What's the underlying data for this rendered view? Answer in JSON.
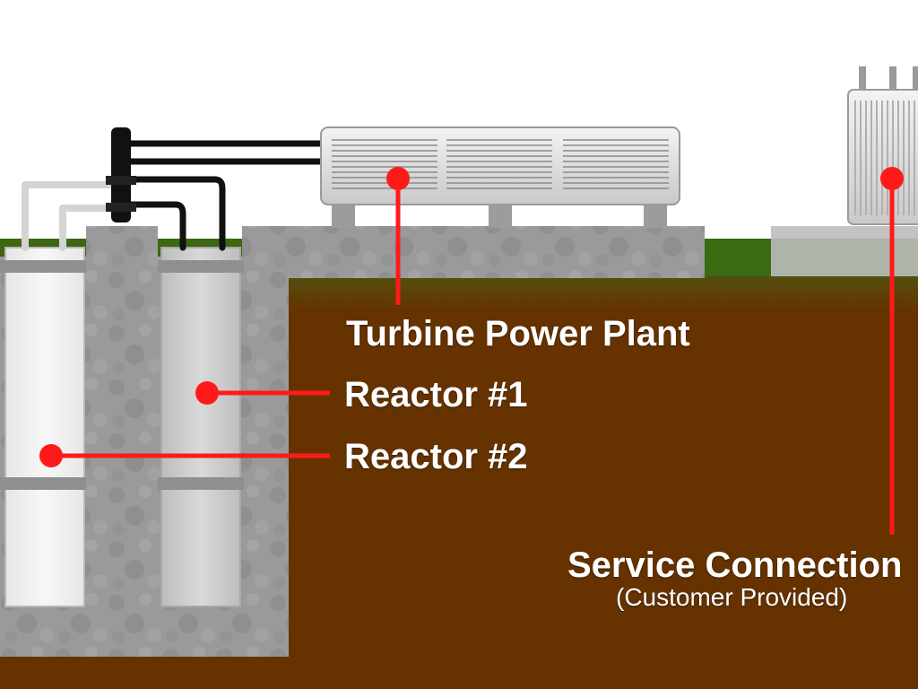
{
  "labels": {
    "turbine": "Turbine Power Plant",
    "reactor1": "Reactor #1",
    "reactor2": "Reactor #2",
    "service": "Service Connection",
    "service_note": "(Customer Provided)"
  },
  "colors": {
    "soil": "#663300",
    "grass": "#3a6b12",
    "concrete": "#9a9a9a",
    "concrete_dark": "#7f7f7f",
    "pointer": "#ff1a1a",
    "pipe_black": "#111111",
    "pipe_light": "#d9d9d9",
    "reactor_1_fill": "#cfcfcf",
    "reactor_2_fill": "#f1f1f1",
    "housing": "#e6e6e6"
  }
}
